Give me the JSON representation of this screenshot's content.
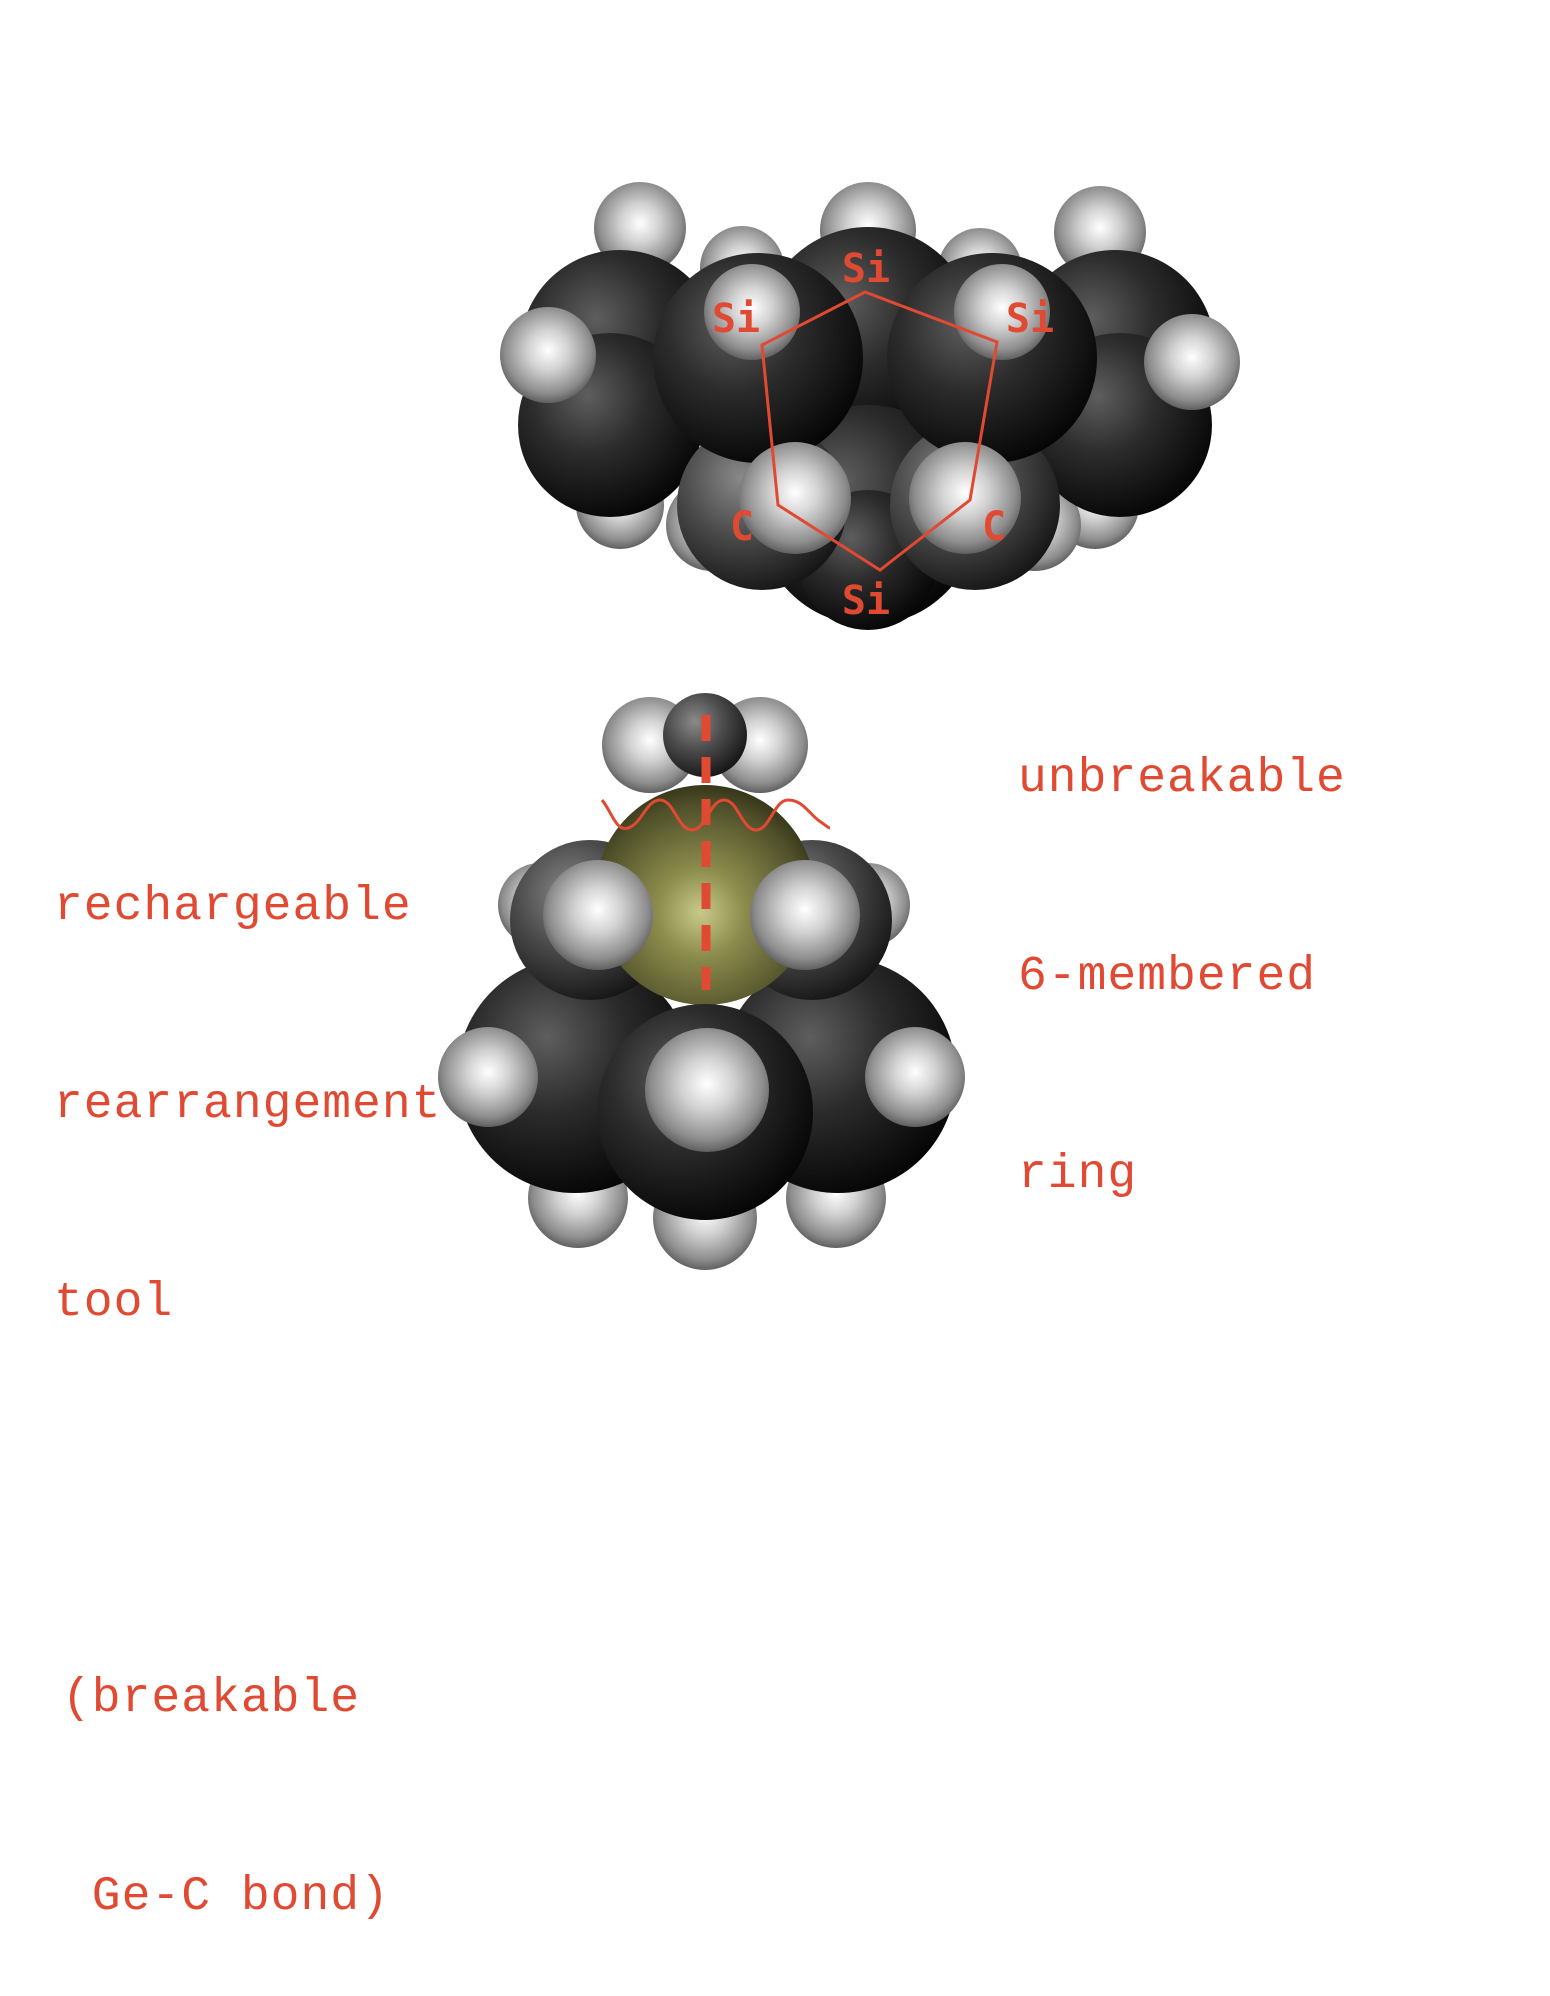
{
  "accent_color": "#e04a33",
  "top_molecule": {
    "ring_atom_labels": [
      "Si",
      "Si",
      "Si",
      "C",
      "C",
      "Si"
    ],
    "caption_lines": [
      "unbreakable",
      "6-membered",
      "ring"
    ]
  },
  "bottom_molecule": {
    "caption_lines": [
      "rechargeable",
      "rearrangement",
      "tool",
      "",
      "(breakable",
      " Ge-C bond)"
    ]
  },
  "sphere_colors": {
    "carbon": "#2b2b2b",
    "hydrogen": "#cfcfcf",
    "germanium": "#7a7a3e"
  }
}
